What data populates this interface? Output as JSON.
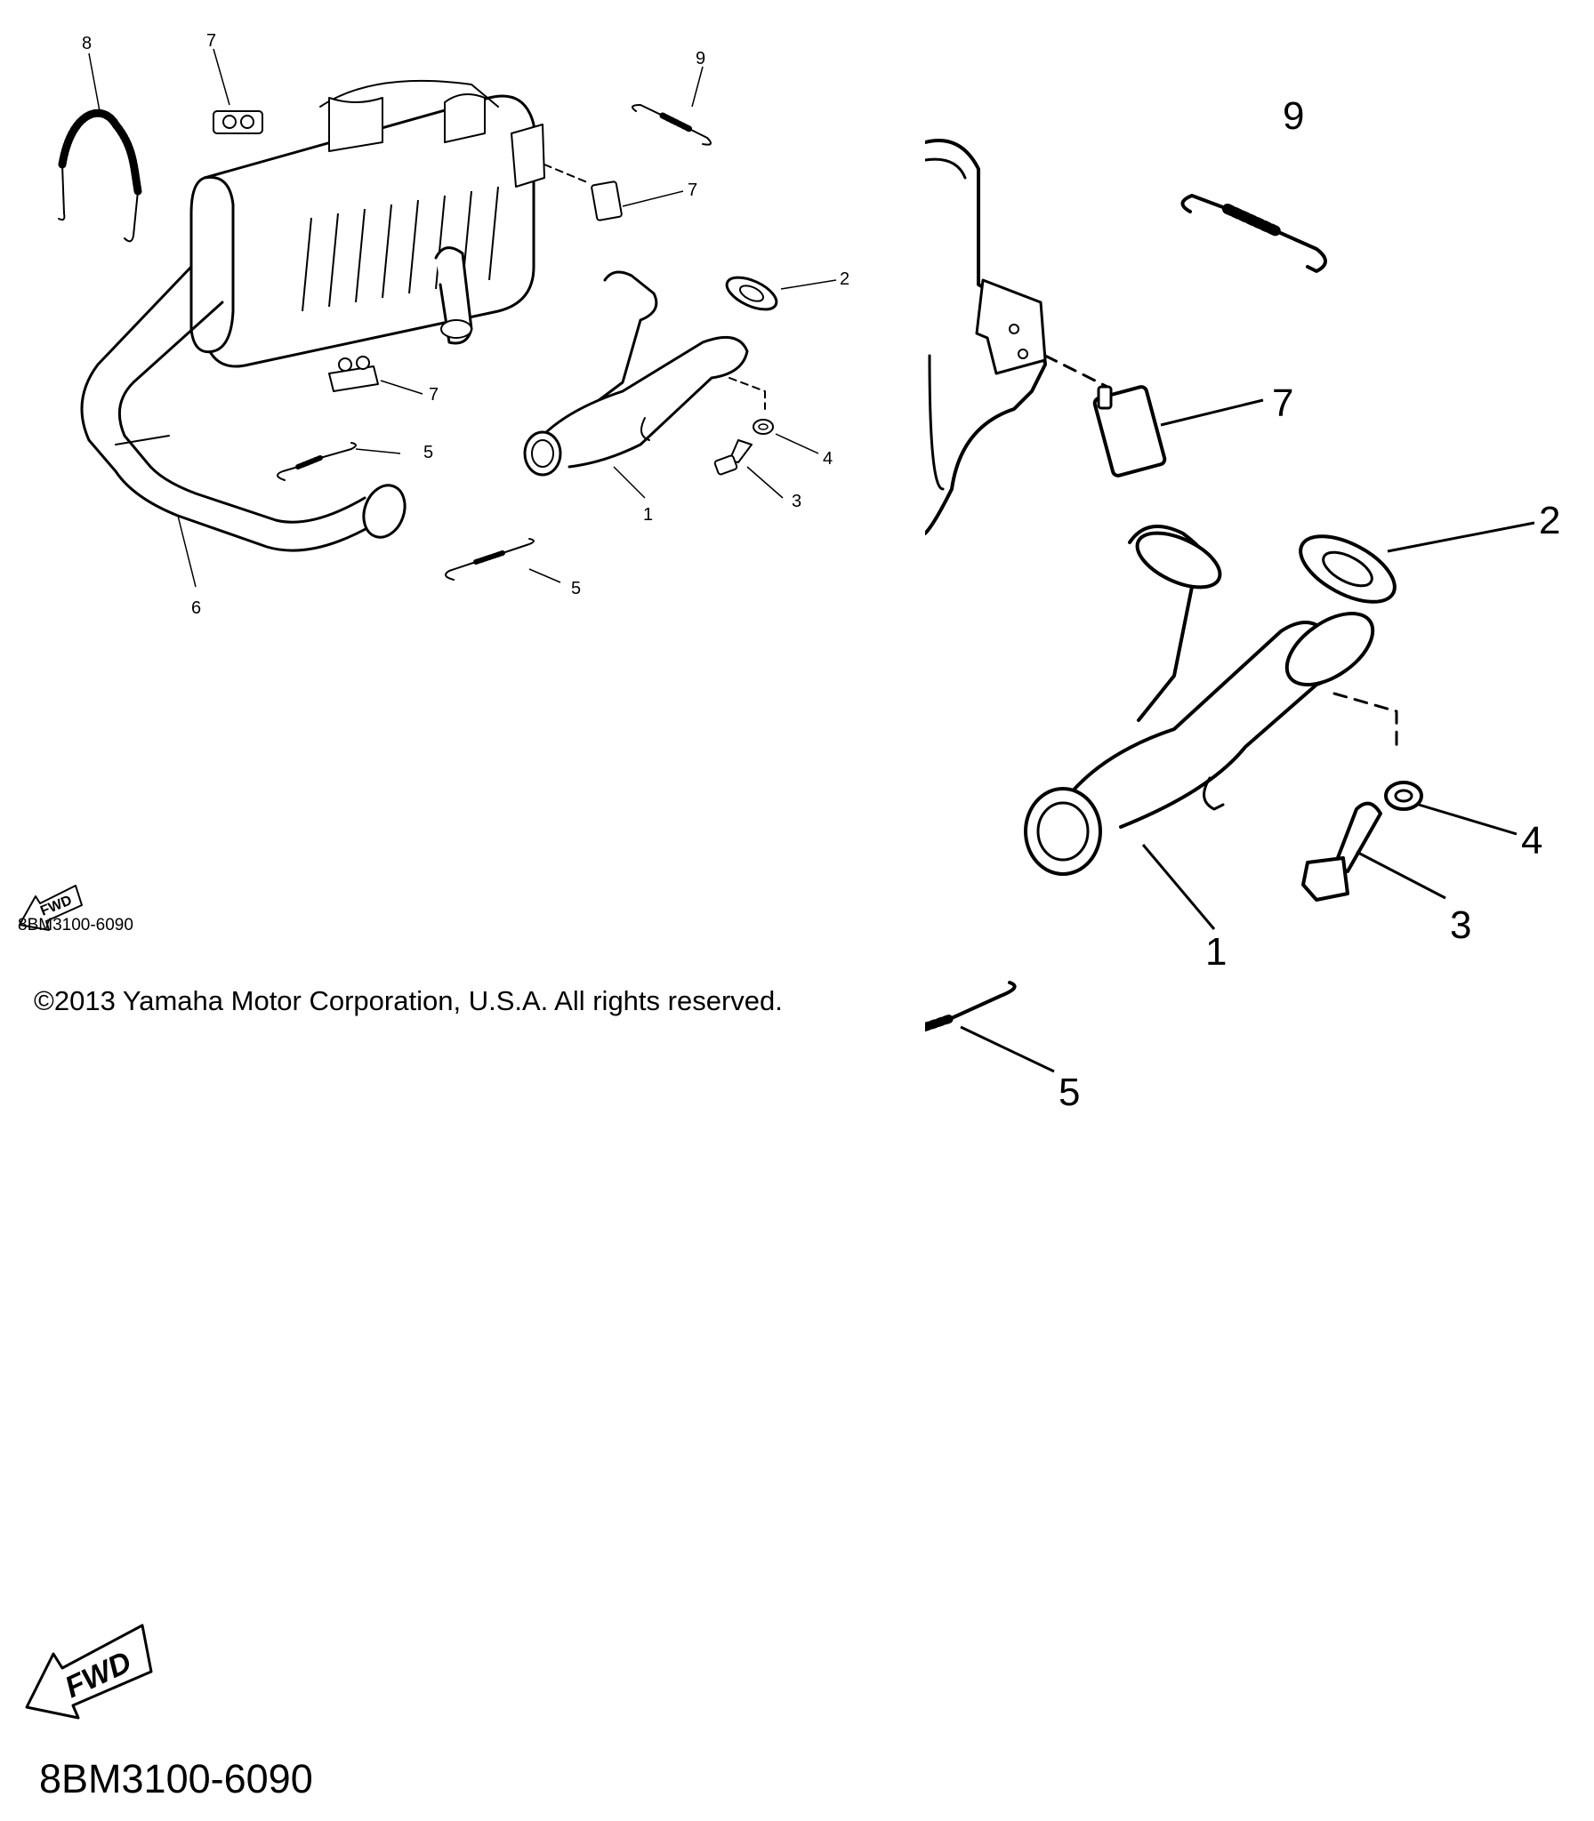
{
  "diagram_code": "8BM3100-6090",
  "copyright": "©2013 Yamaha Motor Corporation, U.S.A. All rights reserved.",
  "fwd_label": "FWD",
  "overview": {
    "callouts": [
      "8",
      "7",
      "9",
      "7",
      "2",
      "7",
      "5",
      "4",
      "1",
      "3",
      "6",
      "5"
    ]
  },
  "detail": {
    "callouts": [
      "9",
      "7",
      "2",
      "4",
      "3",
      "1",
      "5"
    ]
  },
  "parts_shown": [
    "muffler-assembly",
    "exhaust-pipe",
    "gasket",
    "bolt",
    "washer",
    "spring",
    "damper",
    "bracket"
  ]
}
